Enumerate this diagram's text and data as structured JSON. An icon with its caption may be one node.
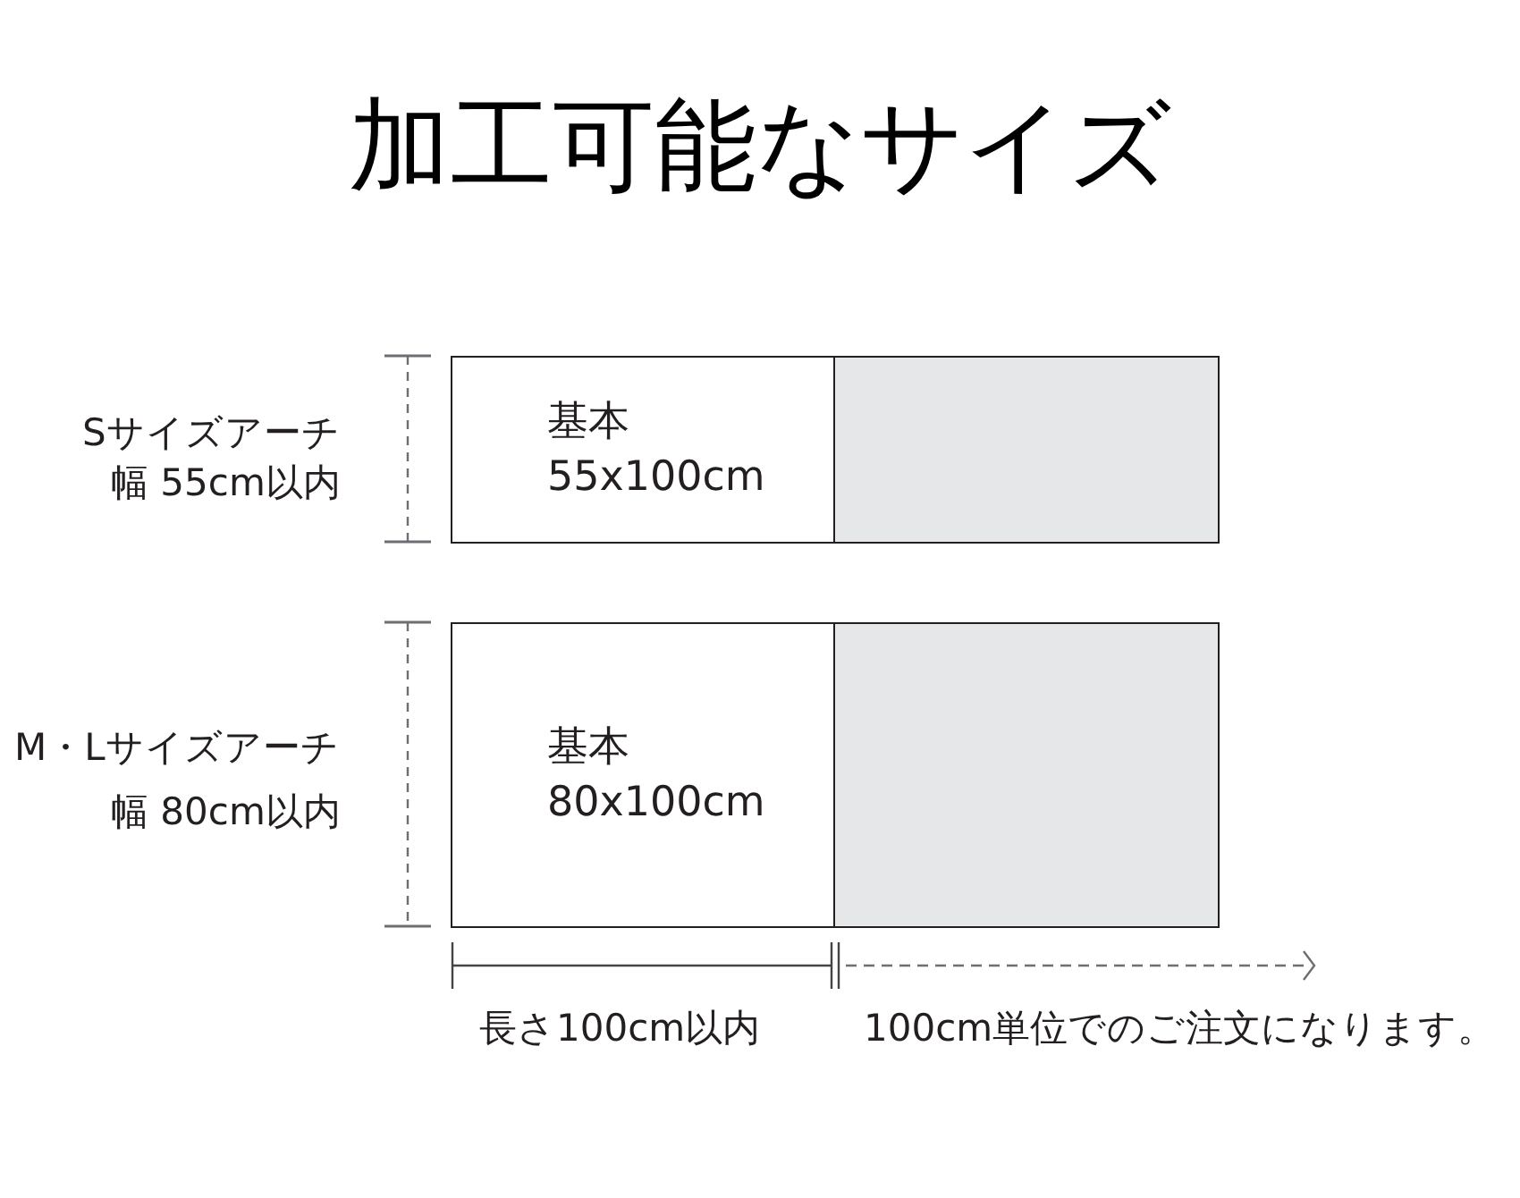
{
  "diagram": {
    "title": "加工可能なサイズ",
    "nodes": [
      {
        "text": [
          "基本",
          "55x100cm"
        ]
      },
      {
        "text": [],
        "shape": "box"
      },
      {
        "text": [
          "基本",
          "80x100cm"
        ]
      },
      {
        "text": [],
        "shape": "box"
      }
    ],
    "labels": [
      "Sサイズアーチ",
      "幅 55cm以内",
      "M・Lサイズアーチ",
      "幅 80cm以内",
      "長さ100cm以内",
      "100cm単位でのご注文になります。"
    ]
  }
}
